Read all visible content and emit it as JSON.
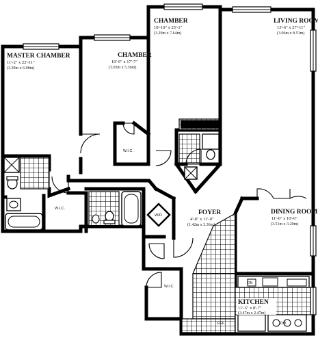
{
  "rooms": {
    "master_chamber": {
      "name": "MASTER CHAMBER",
      "dims": "11'-2\" x 22'-11\"",
      "metric": "(3.39m x 6.98m)"
    },
    "chamber_1": {
      "name": "CHAMBER",
      "dims": "10'-9\" x 17'-7\"",
      "metric": "(3.03m x 5.36m)"
    },
    "chamber_2": {
      "name": "CHAMBER",
      "dims": "10'-10\" x 25'-1\"",
      "metric": "(3.29m x 7.64m)"
    },
    "living_room": {
      "name": "LIVING ROOM",
      "dims": "13'-6\" x 27'-11\"",
      "metric": "(3.06m x 8.51m)"
    },
    "foyer": {
      "name": "FOYER",
      "dims": "4'-8\" x 11'-0\"",
      "metric": "(1.42m x 3.36m)"
    },
    "dining_room": {
      "name": "DINING ROOM",
      "dims": "11'-6\" x 10'-6\"",
      "metric": "(3.51m x 3.20m)"
    },
    "kitchen": {
      "name": "KITCHEN",
      "dims": "11'-5\" x 8'-7\"",
      "metric": "(3.47m x 2.47m)"
    }
  },
  "closets": {
    "wic_chamber": "W.I.C.",
    "wic_master": "W.I.C.",
    "wic_foyer": "W.I.C",
    "wd": "W/D",
    "ref": "REF.",
    "dw": "DW",
    "dn": "DN"
  }
}
